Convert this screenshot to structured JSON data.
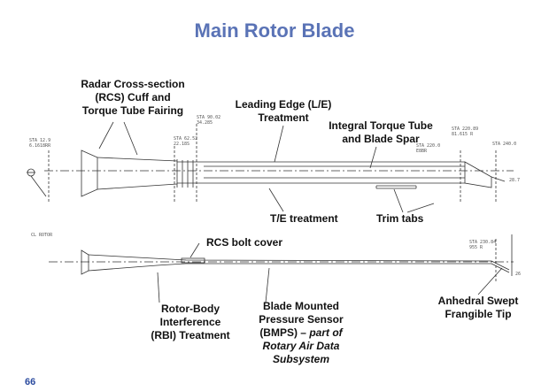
{
  "title": "Main Rotor Blade",
  "page_number": "66",
  "labels": {
    "rcs_cuff": [
      "Radar Cross-section",
      "(RCS) Cuff and",
      "Torque Tube Fairing"
    ],
    "leading_edge": [
      "Leading Edge (L/E)",
      "Treatment"
    ],
    "torque_tube": [
      "Integral Torque Tube",
      "and Blade Spar"
    ],
    "te_treatment": "T/E treatment",
    "trim_tabs": "Trim tabs",
    "rcs_bolt": "RCS bolt cover",
    "rbi": [
      "Rotor-Body",
      "Interference",
      "(RBI) Treatment"
    ],
    "bmps": [
      "Blade Mounted",
      "Pressure Sensor",
      "(BMPS) – "
    ],
    "bmps_italic": [
      "part of",
      "Rotary Air Data",
      "Subsystem"
    ],
    "anhedral": [
      "Anhedral Swept",
      "Frangible Tip"
    ]
  },
  "drawing_text": {
    "sta_a": "STA 12.9",
    "sta_a2": "6.1618RR",
    "sta_b": "STA 62.52",
    "sta_b2": "22.18S",
    "sta_c": "STA 90.02",
    "sta_c2": "34.285",
    "sta_d": "STA 220.0",
    "sta_d2": "E8BR",
    "sta_e": "STA 220.89",
    "sta_e2": "81.615 R",
    "sta_f": "STA 240.0",
    "sta_g": "STA 230.84",
    "sta_g2": "955 R",
    "dim_a": "28.7",
    "dim_b": "26",
    "cl_rotor": "CL ROTOR"
  }
}
